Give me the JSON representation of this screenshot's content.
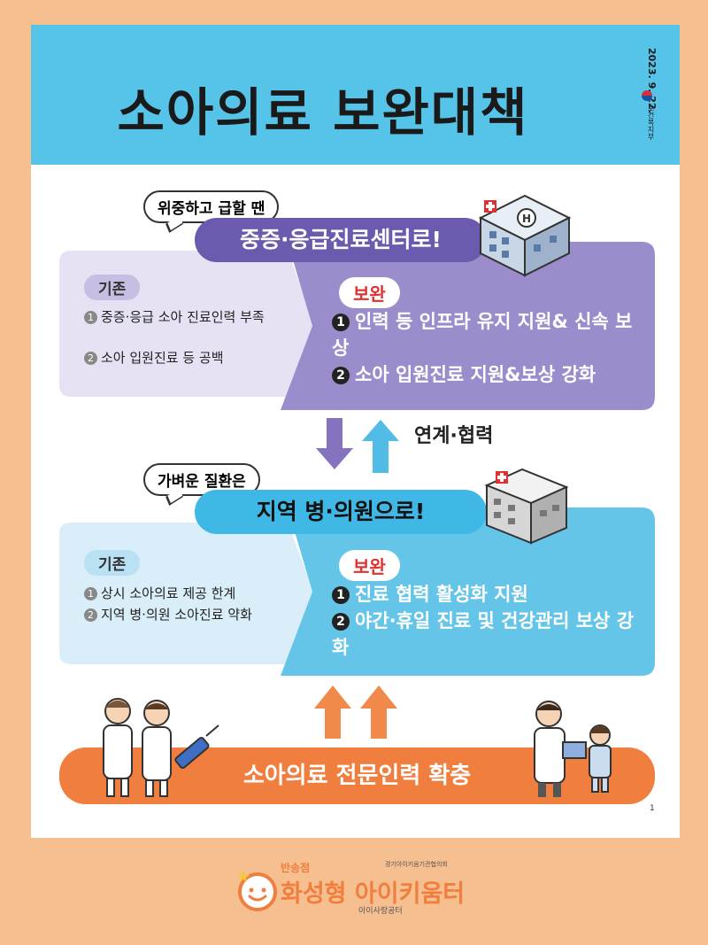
{
  "header": {
    "title": "소아의료 보완대책",
    "date": "2023. 9. 22.",
    "ministry": "보건복지부"
  },
  "top": {
    "bubble": "위중하고 급할 땐",
    "banner": "중증·응급진료센터로!",
    "existing_label": "기존",
    "existing_items": [
      {
        "num": "1",
        "text": "중증·응급 소아 진료인력 부족"
      },
      {
        "num": "2",
        "text": "소아 입원진료 등 공백"
      }
    ],
    "supplement_label": "보완",
    "supplement_items": [
      {
        "num": "1",
        "text": "인력 등 인프라 유지 지원& 신속 보상"
      },
      {
        "num": "2",
        "text": "소아 입원진료 지원&보상 강화"
      }
    ]
  },
  "middle": {
    "link_text": "연계·협력"
  },
  "bottom": {
    "bubble": "가벼운 질환은",
    "banner": "지역 병·의원으로!",
    "existing_label": "기존",
    "existing_items": [
      {
        "num": "1",
        "text": "상시 소아의료 제공 한계"
      },
      {
        "num": "2",
        "text": "지역 병·의원 소아진료 약화"
      }
    ],
    "supplement_label": "보완",
    "supplement_items": [
      {
        "num": "1",
        "text": "진료 협력 활성화 지원"
      },
      {
        "num": "2",
        "text": "야간·휴일 진료 및 건강관리 보상 강화"
      }
    ]
  },
  "footer_banner": "소아의료 전문인력 확충",
  "page_number": "1",
  "logo": {
    "small": "반송점",
    "main": "화성형 아이키움터",
    "sub": "아이사랑공터",
    "org": "경기아이키움기관협의회"
  },
  "colors": {
    "page_bg": "#f6bf8f",
    "header_bg": "#55c4e8",
    "purple": "#9b8ccb",
    "purple_dark": "#7a68b8",
    "blue": "#5cc0e6",
    "orange": "#f07e3e",
    "red": "#e03030"
  }
}
